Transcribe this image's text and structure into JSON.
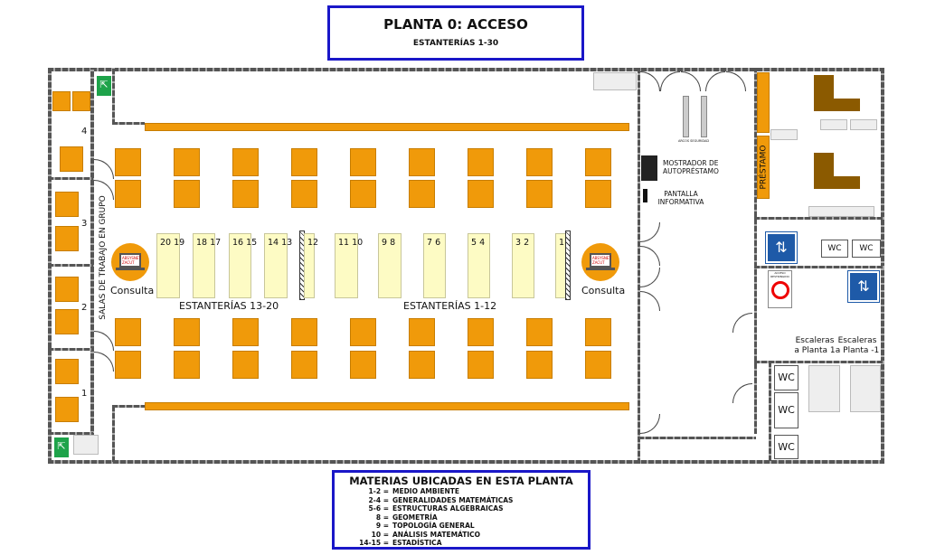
{
  "header": {
    "title": "PLANTA 0: ACCESO",
    "subtitle": "ESTANTERÍAS 1-30"
  },
  "left_rooms": {
    "label": "SALAS DE TRABAJO EN GRUPO",
    "rooms": [
      "4",
      "3",
      "2",
      "1"
    ]
  },
  "shelves": [
    {
      "label": "20 19"
    },
    {
      "label": "18 17"
    },
    {
      "label": "16 15"
    },
    {
      "label": "14 13"
    },
    {
      "label": "12"
    },
    {
      "label": "11 10"
    },
    {
      "label": "9  8"
    },
    {
      "label": "7  6"
    },
    {
      "label": "5  4"
    },
    {
      "label": "3  2"
    },
    {
      "label": "1"
    }
  ],
  "sections": {
    "left": "ESTANTERÍAS 13-20",
    "right": "ESTANTERÍAS 1-12"
  },
  "consulta": {
    "left": "Consulta",
    "right": "Consulta",
    "logo": "ABSYSNET ZACUT"
  },
  "lobby": {
    "mostrador": "MOSTRADOR DE AUTOPRÉSTAMO",
    "pantalla": "PANTALLA INFORMATIVA",
    "arcos": "ARCOS SEGURIDAD"
  },
  "prestamo": "PRÉSTAMO",
  "services": {
    "wc": "WC",
    "stairs_up": "Escaleras a Planta 1",
    "stairs_down": "Escaleras a Planta -1",
    "restricted": "ACCESO RESTRINGIDO"
  },
  "legend": {
    "title": "MATERIAS UBICADAS EN ESTA PLANTA",
    "items": [
      {
        "range": "1-2 =",
        "subject": "MEDIO AMBIENTE"
      },
      {
        "range": "2-4 =",
        "subject": "GENERALIDADES MATEMÁTICAS"
      },
      {
        "range": "5-6 =",
        "subject": "ESTRUCTURAS ALGEBRAICAS"
      },
      {
        "range": "8 =",
        "subject": "GEOMETRÍA"
      },
      {
        "range": "9 =",
        "subject": "TOPOLOGÍA GENERAL"
      },
      {
        "range": "10 =",
        "subject": "ANÁLISIS MATEMÁTICO"
      },
      {
        "range": "14-15 =",
        "subject": "ESTADÍSTICA"
      }
    ]
  }
}
